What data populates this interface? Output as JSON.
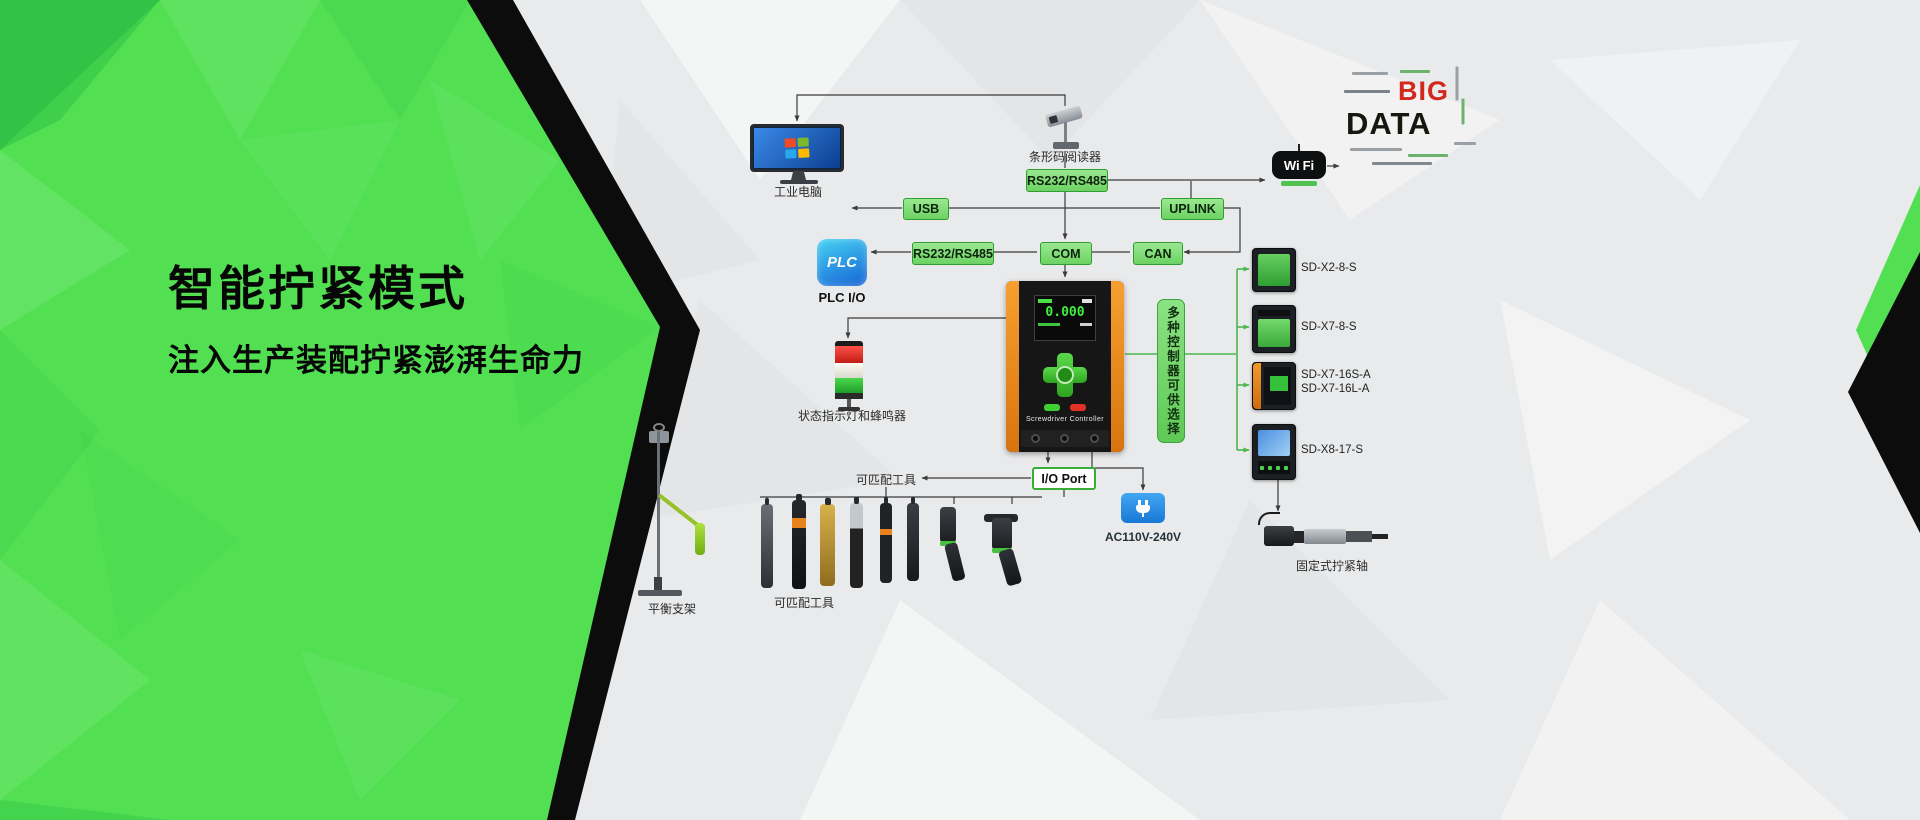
{
  "hero": {
    "title": "智能拧紧模式",
    "subtitle": "注入生产装配拧紧澎湃生命力"
  },
  "nodes": {
    "industrial_pc": "工业电脑",
    "barcode_reader": "条形码阅读器",
    "barcode_interface": "RS232/RS485",
    "usb": "USB",
    "uplink": "UPLINK",
    "rs232": "RS232/RS485",
    "com": "COM",
    "can": "CAN",
    "plc": "PLC",
    "plc_io": "PLC I/O",
    "status_light": "状态指示灯和蜂鸣器",
    "controller_name": "Screwdriver Controller",
    "controller_screen_value": "0.000",
    "multi_note": "多种控制器可供选择",
    "io_port": "I/O Port",
    "ac_power": "AC110V-240V",
    "tools_top": "可匹配工具",
    "tools_bottom": "可匹配工具",
    "balance_stand": "平衡支架",
    "fixed_spindle": "固定式拧紧轴",
    "wifi_wi": "Wi",
    "wifi_fi": "Fi",
    "bigdata_big": "BIG",
    "bigdata_data": "DATA"
  },
  "controller_models": [
    {
      "label": "SD-X2-8-S"
    },
    {
      "label": "SD-X7-8-S"
    },
    {
      "label": "SD-X7-16S-A",
      "label2": "SD-X7-16L-A"
    },
    {
      "label": "SD-X8-17-S"
    }
  ],
  "colors": {
    "brand_green": "#50df50",
    "label_box_green": "#7fdd77",
    "line_gray": "#3b3b3b",
    "branch_green": "#4cb84c",
    "controller_orange": "#f08519",
    "power_blue": "#2196f3",
    "bigdata_red": "#d2281e"
  }
}
